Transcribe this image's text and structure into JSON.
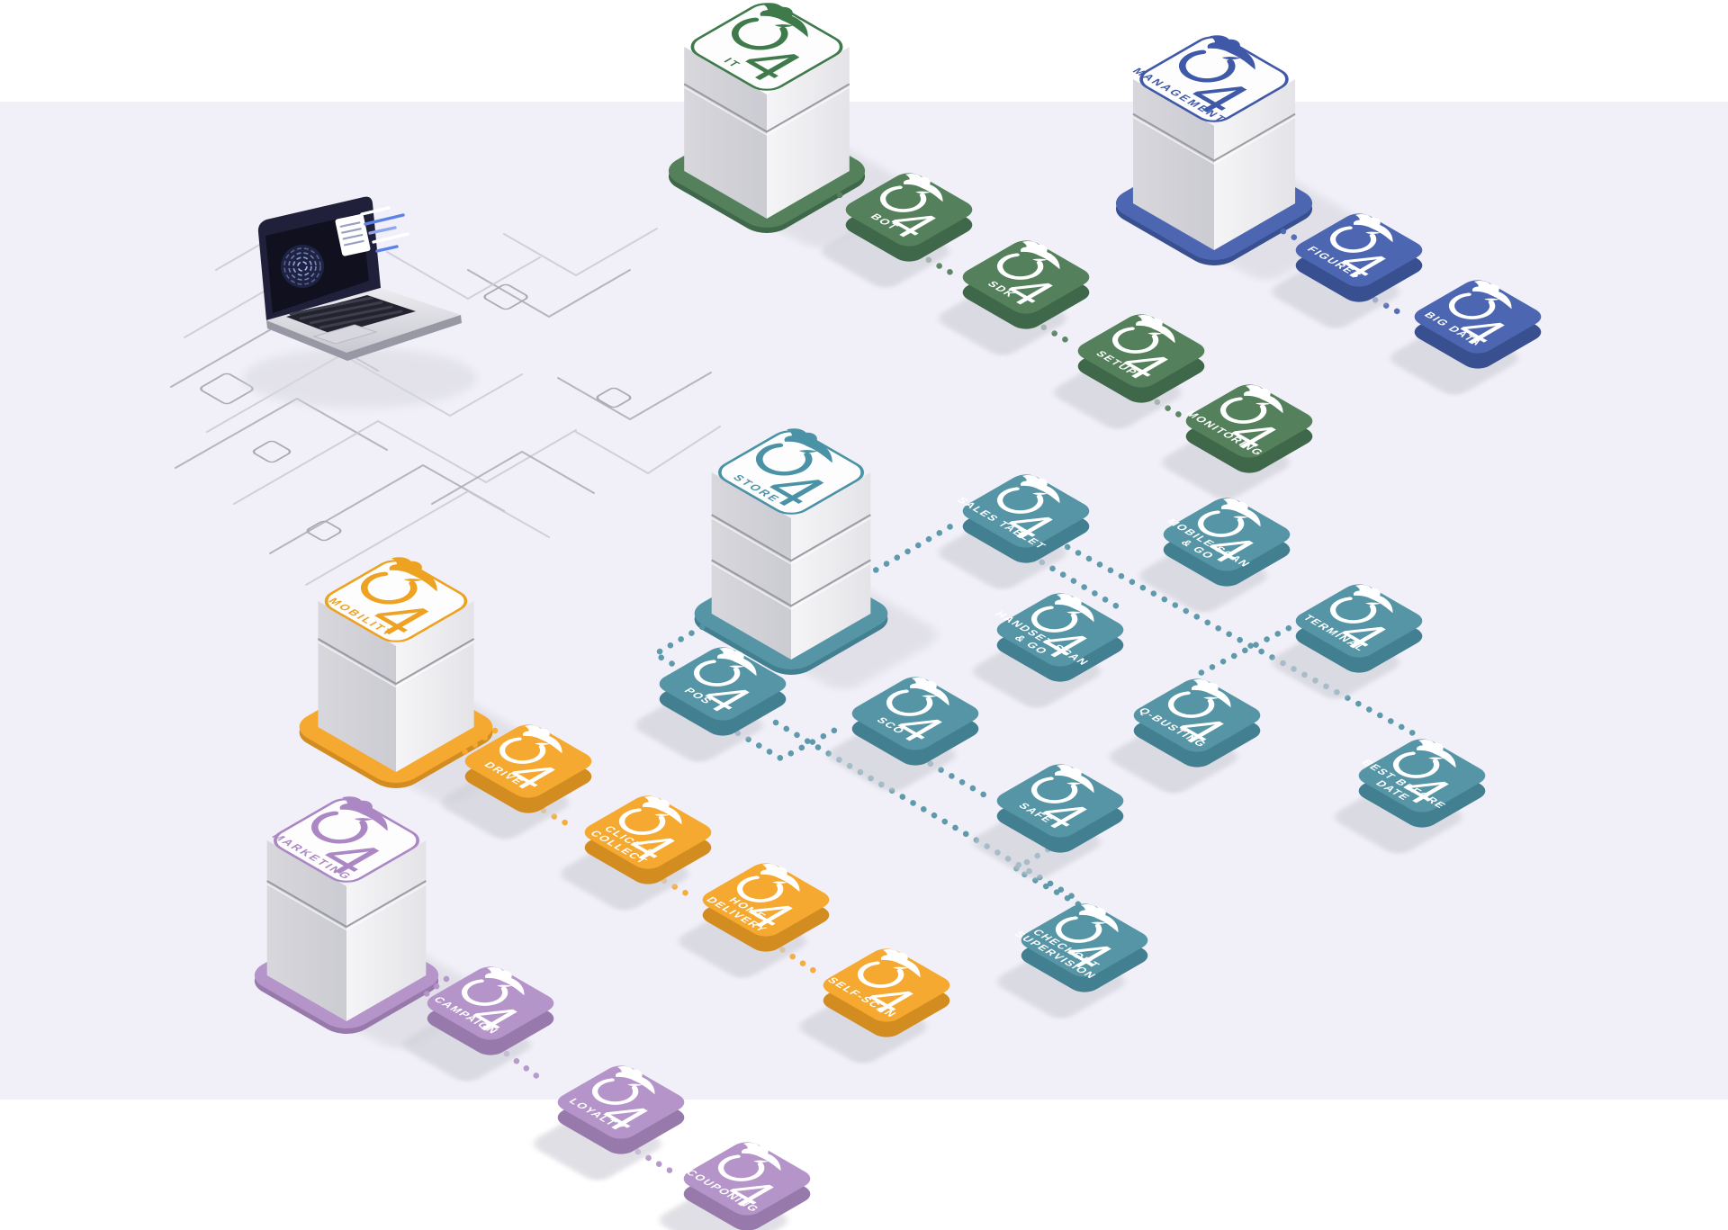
{
  "brand": {
    "name": "O4",
    "numeral": "4",
    "mascot_icon": "orca-icon"
  },
  "background": {
    "band_color": "#f1f0f8",
    "page_color": "#ffffff"
  },
  "sections": [
    {
      "id": "it",
      "label": "IT",
      "accent": "#3f7a4b",
      "tile": "#54815c",
      "side": "#3e6849"
    },
    {
      "id": "management",
      "label": "MANAGEMENT",
      "accent": "#3f58a8",
      "tile": "#4c66b2",
      "side": "#38508f"
    },
    {
      "id": "store",
      "label": "STORE",
      "accent": "#4a92a6",
      "tile": "#5595a6",
      "side": "#417f91"
    },
    {
      "id": "mobility",
      "label": "MOBILITY",
      "accent": "#eda221",
      "tile": "#f5a930",
      "side": "#d28c1f"
    },
    {
      "id": "marketing",
      "label": "MARKETING",
      "accent": "#ab87c4",
      "tile": "#b494c9",
      "side": "#9779ab"
    }
  ],
  "cubes": [
    {
      "id": "it",
      "section": "it",
      "label": "IT"
    },
    {
      "id": "management",
      "section": "management",
      "label": "MANAGEMENT"
    },
    {
      "id": "store",
      "section": "store",
      "label": "STORE"
    },
    {
      "id": "mobility",
      "section": "mobility",
      "label": "MOBILITY"
    },
    {
      "id": "marketing",
      "section": "marketing",
      "label": "MARKETING"
    }
  ],
  "tiles": [
    {
      "id": "bot",
      "section": "it",
      "lines": [
        "BOT"
      ]
    },
    {
      "id": "sdk",
      "section": "it",
      "lines": [
        "SDK"
      ]
    },
    {
      "id": "setup",
      "section": "it",
      "lines": [
        "SETUP"
      ]
    },
    {
      "id": "monitoring",
      "section": "it",
      "lines": [
        "MONITORING"
      ]
    },
    {
      "id": "figures",
      "section": "management",
      "lines": [
        "FIGURES"
      ]
    },
    {
      "id": "big-data",
      "section": "management",
      "lines": [
        "BIG DATA"
      ]
    },
    {
      "id": "sales-tablet",
      "section": "store",
      "lines": [
        "SALES TABLET"
      ]
    },
    {
      "id": "mobile-scan-go",
      "section": "store",
      "lines": [
        "MOBILE SCAN",
        "& GO"
      ]
    },
    {
      "id": "handset-scan-go",
      "section": "store",
      "lines": [
        "HANDSET SCAN",
        "& GO"
      ]
    },
    {
      "id": "terminal",
      "section": "store",
      "lines": [
        "TERMINAL"
      ]
    },
    {
      "id": "pos",
      "section": "store",
      "lines": [
        "POS"
      ]
    },
    {
      "id": "sco",
      "section": "store",
      "lines": [
        "SCO"
      ]
    },
    {
      "id": "q-busting",
      "section": "store",
      "lines": [
        "Q-BUSTING"
      ]
    },
    {
      "id": "best-before-date",
      "section": "store",
      "lines": [
        "BEST BEFORE",
        "DATE"
      ]
    },
    {
      "id": "safe",
      "section": "store",
      "lines": [
        "SAFE"
      ]
    },
    {
      "id": "checkout-supervision",
      "section": "store",
      "lines": [
        "CHECKOUT",
        "SUPERVISION"
      ]
    },
    {
      "id": "drive",
      "section": "mobility",
      "lines": [
        "DRIVE"
      ]
    },
    {
      "id": "click-collect",
      "section": "mobility",
      "lines": [
        "CLICK &",
        "COLLECT"
      ]
    },
    {
      "id": "home-delivery",
      "section": "mobility",
      "lines": [
        "HOME",
        "DELIVERY"
      ]
    },
    {
      "id": "self-scan",
      "section": "mobility",
      "lines": [
        "SELF-SCAN"
      ]
    },
    {
      "id": "campaign",
      "section": "marketing",
      "lines": [
        "CAMPAIGN"
      ]
    },
    {
      "id": "loyalty",
      "section": "marketing",
      "lines": [
        "LOYALTY"
      ]
    },
    {
      "id": "couponing",
      "section": "marketing",
      "lines": [
        "COUPONING"
      ]
    }
  ],
  "edges": [
    {
      "from": "it",
      "to": "bot",
      "section": "it"
    },
    {
      "from": "bot",
      "to": "sdk",
      "section": "it"
    },
    {
      "from": "sdk",
      "to": "setup",
      "section": "it"
    },
    {
      "from": "setup",
      "to": "monitoring",
      "section": "it"
    },
    {
      "from": "management",
      "to": "figures",
      "section": "management"
    },
    {
      "from": "figures",
      "to": "big-data",
      "section": "management"
    },
    {
      "from": "store",
      "to": "sales-tablet",
      "section": "store"
    },
    {
      "from": "sales-tablet",
      "to": "handset-scan-go",
      "section": "store"
    },
    {
      "from": "sales-tablet",
      "to": "best-before-date",
      "section": "store"
    },
    {
      "from": "terminal",
      "to": "q-busting",
      "section": "store"
    },
    {
      "from": "store",
      "to": "pos",
      "section": "store"
    },
    {
      "from": "pos",
      "to": "sco",
      "section": "store"
    },
    {
      "from": "sco",
      "to": "safe",
      "section": "store"
    },
    {
      "from": "safe",
      "to": "checkout-supervision",
      "section": "store"
    },
    {
      "from": "pos",
      "to": "checkout-supervision",
      "section": "store"
    },
    {
      "from": "mobility",
      "to": "drive",
      "section": "mobility"
    },
    {
      "from": "drive",
      "to": "click-collect",
      "section": "mobility"
    },
    {
      "from": "click-collect",
      "to": "home-delivery",
      "section": "mobility"
    },
    {
      "from": "home-delivery",
      "to": "self-scan",
      "section": "mobility"
    },
    {
      "from": "marketing",
      "to": "campaign",
      "section": "marketing"
    },
    {
      "from": "campaign",
      "to": "loyalty",
      "section": "marketing"
    },
    {
      "from": "loyalty",
      "to": "couponing",
      "section": "marketing"
    }
  ],
  "illustration": {
    "laptop": "laptop-with-fingerprint-screen",
    "decor": "circuit-traces"
  }
}
